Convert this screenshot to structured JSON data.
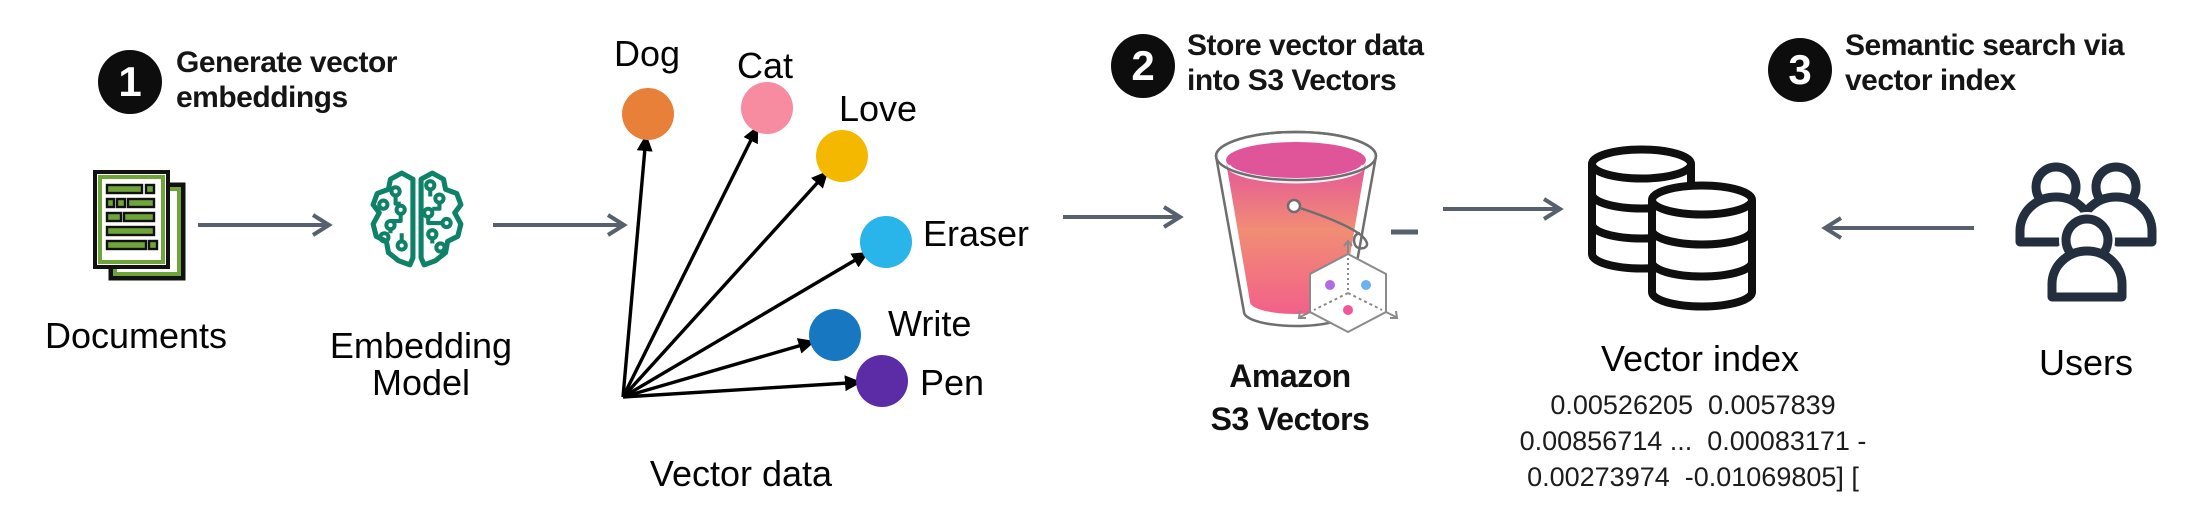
{
  "steps": [
    {
      "number": "1",
      "title": "Generate vector\nembeddings"
    },
    {
      "number": "2",
      "title": "Store vector data\ninto S3 Vectors"
    },
    {
      "number": "3",
      "title": "Semantic search via\nvector index"
    }
  ],
  "nodes": {
    "documents_label": "Documents",
    "embedding_model_label": "Embedding\nModel",
    "vector_data_label": "Vector data",
    "s3_vectors_label": "Amazon\nS3 Vectors",
    "vector_index_label": "Vector index",
    "users_label": "Users"
  },
  "vector_index_values": "0.00526205  0.0057839\n0.00856714 ...  0.00083171 -\n0.00273974  -0.01069805] [",
  "embedding_points": [
    {
      "label": "Dog",
      "color": "#E8803A"
    },
    {
      "label": "Cat",
      "color": "#F78CA0"
    },
    {
      "label": "Love",
      "color": "#F5B800"
    },
    {
      "label": "Eraser",
      "color": "#29B5EA"
    },
    {
      "label": "Write",
      "color": "#1777C0"
    },
    {
      "label": "Pen",
      "color": "#5B2CA5"
    }
  ],
  "icons": {
    "documents": "documents-icon",
    "embedding_model": "circuit-brain-icon",
    "s3_vectors": "bucket-with-vector-cube-icon",
    "vector_index": "database-cylinders-icon",
    "users": "users-icon",
    "flow": "arrow-icon"
  },
  "colors": {
    "badge_bg": "#0d0d0d",
    "flow_arrow": "#57616E",
    "brain_teal": "#0E8268",
    "documents_green": "#6FA43A",
    "users_navy": "#232F3E",
    "bucket_pink_top": "#E4559B",
    "bucket_salmon_mid": "#F18D74",
    "bucket_pink_bottom": "#F2608A"
  }
}
